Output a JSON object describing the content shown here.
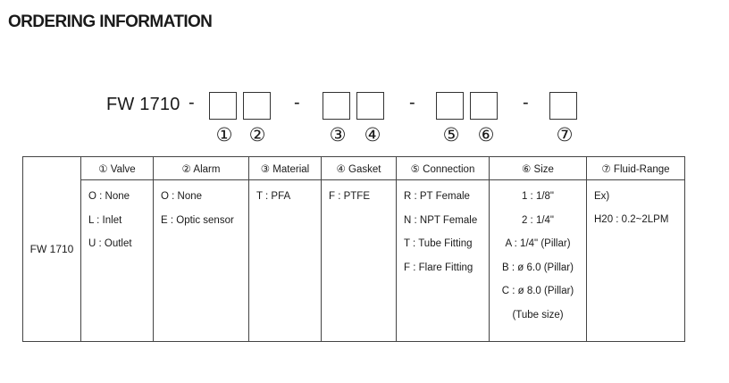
{
  "heading": "ORDERING INFORMATION",
  "model_code": "FW 1710",
  "separator": "-",
  "slot_numbers": [
    "①",
    "②",
    "③",
    "④",
    "⑤",
    "⑥",
    "⑦"
  ],
  "table": {
    "model": "FW 1710",
    "headers": [
      "① Valve",
      "② Alarm",
      "③ Material",
      "④ Gasket",
      "⑤ Connection",
      "⑥ Size",
      "⑦ Fluid-Range"
    ],
    "valve": [
      "O : None",
      "L : Inlet",
      "U : Outlet"
    ],
    "alarm": [
      "O : None",
      "E : Optic sensor"
    ],
    "material": [
      "T : PFA"
    ],
    "gasket": [
      "F : PTFE"
    ],
    "connection": [
      "R : PT Female",
      "N : NPT Female",
      "T : Tube Fitting",
      "F : Flare Fitting"
    ],
    "size": [
      "1 : 1/8\"",
      "2 : 1/4\"",
      "A : 1/4\"  (Pillar)",
      "B : ø 6.0 (Pillar)",
      "C : ø 8.0 (Pillar)",
      "(Tube size)"
    ],
    "fluid_range": [
      "Ex)",
      "H20 : 0.2~2LPM"
    ]
  }
}
